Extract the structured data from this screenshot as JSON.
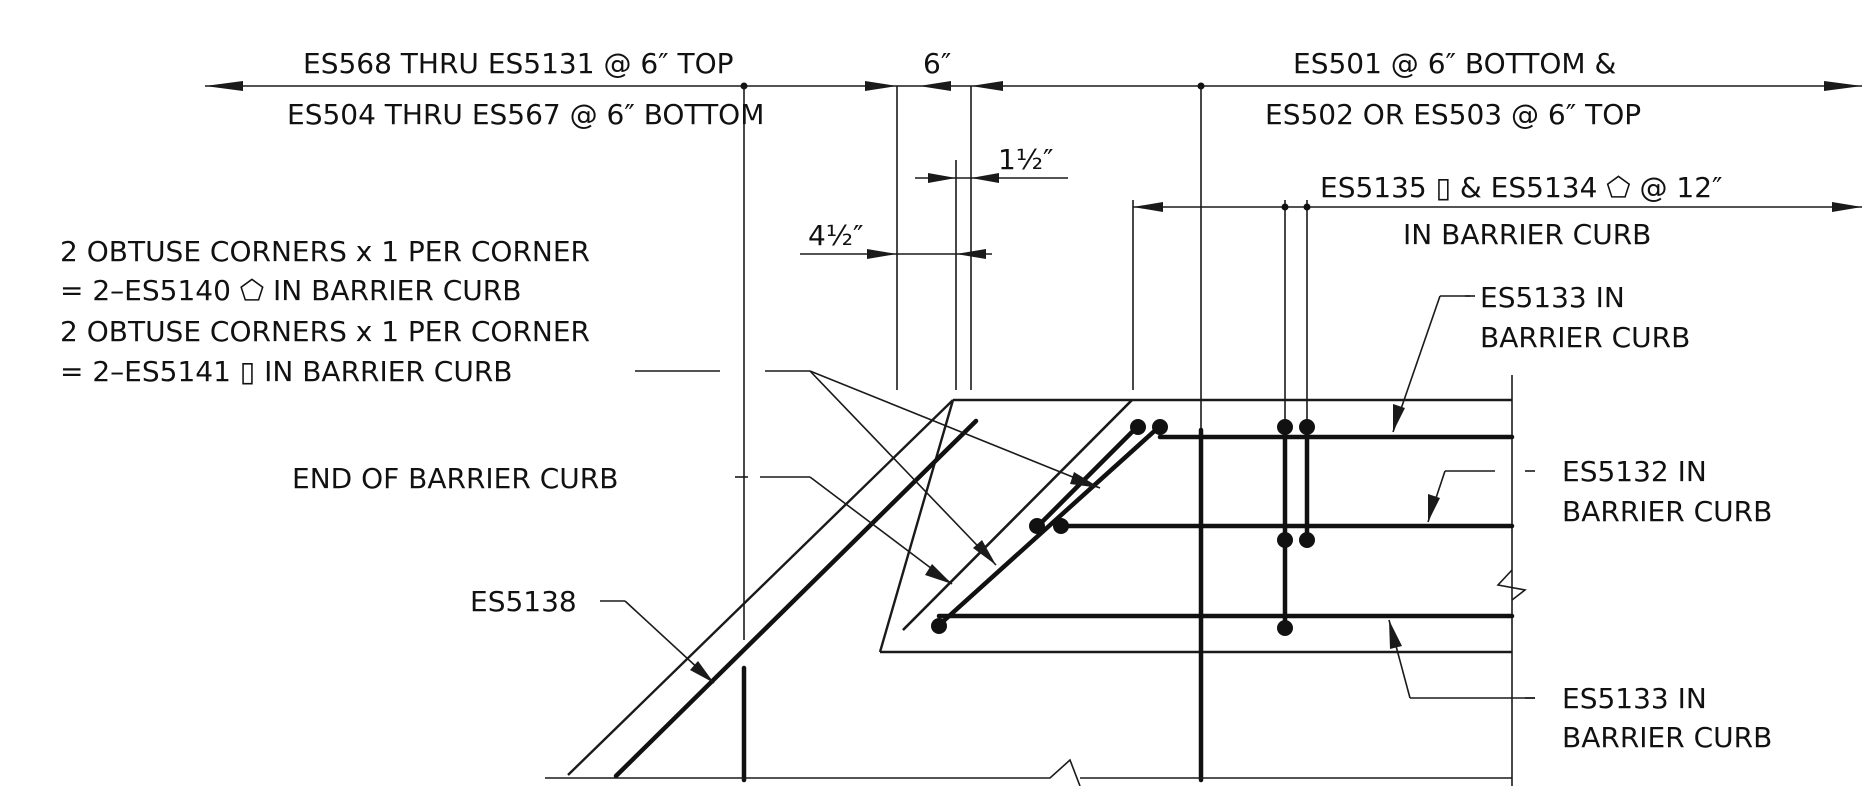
{
  "dimensions": {
    "left_top": "ES568 THRU ES5131 @ 6″ TOP",
    "left_bottom": "ES504 THRU ES567 @ 6″ BOTTOM",
    "six_inch": "6″",
    "right_top": "ES501 @ 6″  BOTTOM &",
    "right_bottom": "ES502 OR ES503 @ 6″ TOP",
    "one_half": "1½″",
    "four_half": "4½″",
    "stirrup_line1": "ES5135 ▯ & ES5134 ⬠ @ 12″",
    "stirrup_line2": "IN BARRIER CURB"
  },
  "notes": {
    "corner_line1": "2 OBTUSE CORNERS x 1 PER CORNER",
    "corner_line2": "= 2–ES5140 ⬠ IN BARRIER CURB",
    "corner_line3": "2 OBTUSE CORNERS x 1 PER CORNER",
    "corner_line4": "= 2–ES5141 ▯ IN BARRIER CURB",
    "end_of_curb": "END OF BARRIER CURB",
    "es5138": "ES5138"
  },
  "callouts": {
    "top_bar_line1": "ES5133 IN",
    "top_bar_line2": "BARRIER CURB",
    "mid_bar_line1": "ES5132 IN",
    "mid_bar_line2": "BARRIER CURB",
    "bottom_bar_line1": "ES5133 IN",
    "bottom_bar_line2": "BARRIER CURB"
  }
}
